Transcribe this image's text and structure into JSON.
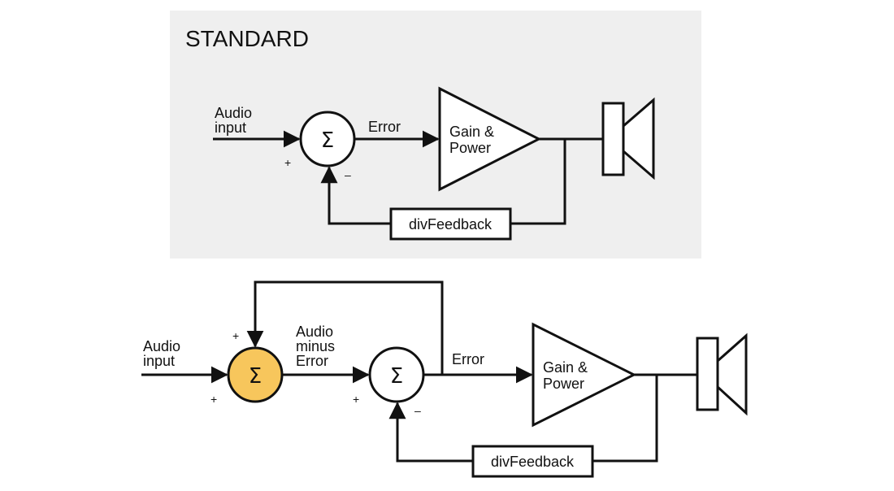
{
  "top": {
    "title": "STANDARD",
    "input_label": [
      "Audio",
      "input"
    ],
    "plus": "+",
    "minus": "–",
    "error_label": "Error",
    "sum_symbol": "Σ",
    "amp_label": [
      "Gain &",
      "Power"
    ],
    "feedback_label": "divFeedback"
  },
  "bottom": {
    "input_label": [
      "Audio",
      "input"
    ],
    "plus_top": "+",
    "plus_left": "+",
    "plus_second": "+",
    "minus": "–",
    "mid_label": [
      "Audio",
      "minus",
      "Error"
    ],
    "error_label": "Error",
    "sum_symbol": "Σ",
    "amp_label": [
      "Gain &",
      "Power"
    ],
    "feedback_label": "divFeedback"
  },
  "colors": {
    "highlight": "#f7c65c",
    "panel": "#efefef",
    "line": "#111111"
  }
}
